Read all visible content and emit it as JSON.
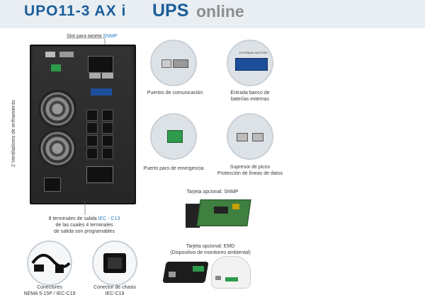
{
  "header": {
    "model": "UPO11-3 AX i",
    "ups": "UPS",
    "online": "online"
  },
  "labels": {
    "snmp_slot_prefix": "Slot para tarjeta ",
    "snmp_slot_highlight": "SNMP",
    "fans_vertical": "2 Ventiladores de enfriamiento",
    "outlets_line1_prefix": "8 terminales de salida ",
    "outlets_line1_highlight": "IEC - C13",
    "outlets_line2": "de las cuales 4 terminales",
    "outlets_line3": "de salida son programables",
    "comm_ports": "Puertos de comunicación",
    "battery_line1": "Entrada banco de",
    "battery_line2": "baterías externas",
    "epo": "Puerto paro de emergencia",
    "surge_line1": "Supresor de picos",
    "surge_line2": "Protección de líneas de datos",
    "snmp_card": "Tarjeta opcional: SNMP",
    "emd_line1": "Tarjeta opcional: EMD",
    "emd_line2": "(Dispositivo de monitoreo ambiental)",
    "connectors_line1": "Conectores",
    "connectors_line2": "NEMA 5-15P / IEC-C19",
    "chassis_line1": "Conector de chasis",
    "chassis_line2": "IEC-C19",
    "battery_panel_text": "EXTERNAL BATTERY"
  },
  "colors": {
    "title_blue": "#1b5d99",
    "title_gray": "#8d8d8d",
    "highlight_blue": "#2a7fc4"
  }
}
